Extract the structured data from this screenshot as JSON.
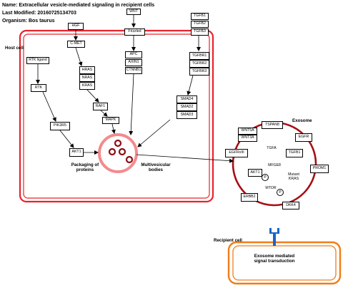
{
  "header": {
    "name": "Name: Extracellular vesicle-mediated signaling in recipient cells",
    "modified": "Last Modified: 20160725134703",
    "organism": "Organism: Bos taurus"
  },
  "labels": {
    "host_cell": "Host cell",
    "packaging": "Packaging of\nproteins",
    "multivesicular": "Multivesicular\nbodies",
    "exosome": "Exosome",
    "recipient_cell": "Recipient cell",
    "transduction": "Exosome mediated\nsignal transduction"
  },
  "nodes": {
    "wnt": "WNT",
    "hgf": "HGF",
    "frizzled": "Frizzled",
    "tgfb1": "TGFB1",
    "tgfb2": "TGFB2",
    "tgfb3": "TGFB3",
    "rtk_ligand": "RTK ligand",
    "cmet": "C-MET",
    "hras": "HRAS",
    "nras": "NRAS",
    "kras": "KRAS",
    "raf1": "RAF1",
    "mapk": "MAPK",
    "rtk": "RTK",
    "pik3r5": "PIK3R5",
    "akt1": "AKT1",
    "apc": "APC",
    "axin1": "AXIN1",
    "ctnnb1": "CTNNB1",
    "tgfbr1": "TGFBR1",
    "tgfbr2": "TGFBR2",
    "tgfbr3": "TGFBR3",
    "smad4": "SMAD4",
    "smad2": "SMAD2",
    "smad3": "SMAD3"
  },
  "exosome_nodes": {
    "tspan8": "TSPAN8",
    "wnt5a": "WNT5A",
    "wnt3a": "WNT3A",
    "egfr": "EGFR",
    "egfrviii": "EGFRvIII",
    "tgfa": "TGFA",
    "tgfb1": "TGFB1",
    "prom1": "PROM1",
    "mfge8": "MFGE8",
    "akt1": "AKT1",
    "mutant_kras": "Mutant\nKRAS",
    "mtor": "MTOR",
    "erbb2": "ERBB2",
    "dkk4": "DKK4",
    "p1": "P",
    "p2": "P"
  },
  "colors": {
    "host_membrane": "#e8232b",
    "mvb": "#8b0e14",
    "exosome_membrane": "#a50f15",
    "recipient_membrane": "#f07d1a",
    "receptor": "#1a64c8"
  }
}
